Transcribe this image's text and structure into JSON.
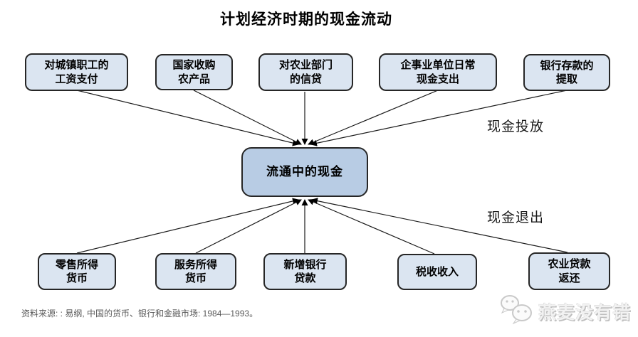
{
  "title": "计划经济时期的现金流动",
  "diagram": {
    "center_node": {
      "label": "流通中的现金"
    },
    "flow_labels": {
      "injection": "现金投放",
      "withdrawal": "现金退出"
    },
    "top_nodes": [
      {
        "label": "对城镇职工的\n工资支付"
      },
      {
        "label": "国家收购\n农产品"
      },
      {
        "label": "对农业部门\n的信贷"
      },
      {
        "label": "企事业单位日常\n现金支出"
      },
      {
        "label": "银行存款的\n提取"
      }
    ],
    "bottom_nodes": [
      {
        "label": "零售所得\n货币"
      },
      {
        "label": "服务所得\n货币"
      },
      {
        "label": "新增银行\n贷款"
      },
      {
        "label": "税收收入"
      },
      {
        "label": "农业贷款\n返还"
      }
    ]
  },
  "footer": {
    "source": "资料来源:  : 易纲, 中国的货币、银行和金融市场: 1984—1993。"
  },
  "watermark": {
    "icon": "wechat-icon",
    "text": "燕麦没有错"
  },
  "colors": {
    "node_fill": "#dbe5f1",
    "center_node_fill": "#b8cce4",
    "node_border": "#262626",
    "connector_line": "#1a1a1a",
    "source_text": "#595959",
    "watermark_text": "#d9d9d9"
  }
}
